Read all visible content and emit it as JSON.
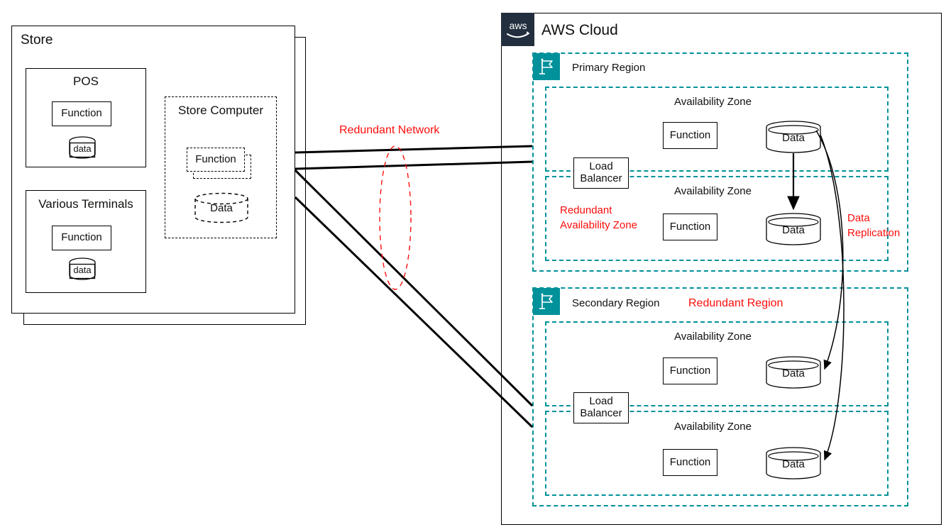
{
  "diagram": {
    "title": "AWS multi-region redundant store architecture",
    "colors": {
      "aws_navy": "#232F3E",
      "region_teal": "#00919B",
      "annotation_red": "#FA0F0C",
      "line_black": "#000000"
    }
  },
  "store": {
    "title": "Store",
    "pos": {
      "title": "POS",
      "function_label": "Function",
      "data_label": "data"
    },
    "terminals": {
      "title": "Various Terminals",
      "function_label": "Function",
      "data_label": "data"
    },
    "store_computer": {
      "title": "Store Computer",
      "function_label": "Function",
      "data_label": "Data"
    }
  },
  "network": {
    "annotation": "Redundant Network"
  },
  "aws_cloud": {
    "title": "AWS Cloud",
    "logo_text": "aws",
    "regions": [
      {
        "name": "Primary Region",
        "icon": "region-flag-icon",
        "annotations": [
          {
            "text": "Redundant\nAvailability Zone"
          },
          {
            "text": "Data\nReplication"
          }
        ],
        "load_balancer_label": "Load\nBalancer",
        "availability_zones": [
          {
            "title": "Availability Zone",
            "function_label": "Function",
            "data_label": "Data"
          },
          {
            "title": "Availability Zone",
            "function_label": "Function",
            "data_label": "Data"
          }
        ]
      },
      {
        "name": "Secondary Region",
        "icon": "region-flag-icon",
        "annotations": [
          {
            "text": "Redundant Region"
          }
        ],
        "load_balancer_label": "Load\nBalancer",
        "availability_zones": [
          {
            "title": "Availability Zone",
            "function_label": "Function",
            "data_label": "Data"
          },
          {
            "title": "Availability Zone",
            "function_label": "Function",
            "data_label": "Data"
          }
        ]
      }
    ]
  },
  "labels": {
    "redundant_network": "Redundant Network",
    "redundant_az": "Redundant",
    "redundant_az2": "Availability Zone",
    "data_replication1": "Data",
    "data_replication2": "Replication",
    "redundant_region": "Redundant Region"
  }
}
